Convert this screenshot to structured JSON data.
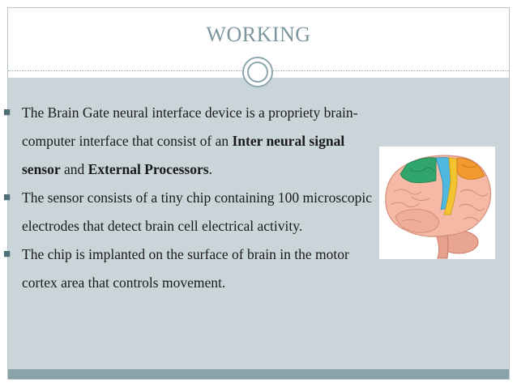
{
  "slide": {
    "title": "WORKING",
    "bullets": [
      {
        "parts": [
          {
            "text": "The Brain Gate neural interface device is a propriety brain-computer interface that consist of an ",
            "bold": false
          },
          {
            "text": "Inter neural signal sensor",
            "bold": true
          },
          {
            "text": " and ",
            "bold": false
          },
          {
            "text": "External Processors",
            "bold": true
          },
          {
            "text": ".",
            "bold": false
          }
        ]
      },
      {
        "parts": [
          {
            "text": "The sensor consists of a tiny chip containing 100 microscopic electrodes that detect brain cell electrical activity.",
            "bold": false
          }
        ]
      },
      {
        "parts": [
          {
            "text": "The chip is implanted on the surface of  brain in the motor cortex area that controls movement.",
            "bold": false
          }
        ]
      }
    ],
    "colors": {
      "title": "#7c969f",
      "content_background": "#cad5da",
      "footer_bar": "#8aa3a8",
      "bullet_marker": "#4f6f78"
    },
    "icons": {
      "bullet": "square-bullet-icon",
      "ornament": "double-circle-ornament-icon",
      "illustration": "brain-illustration-icon"
    }
  }
}
